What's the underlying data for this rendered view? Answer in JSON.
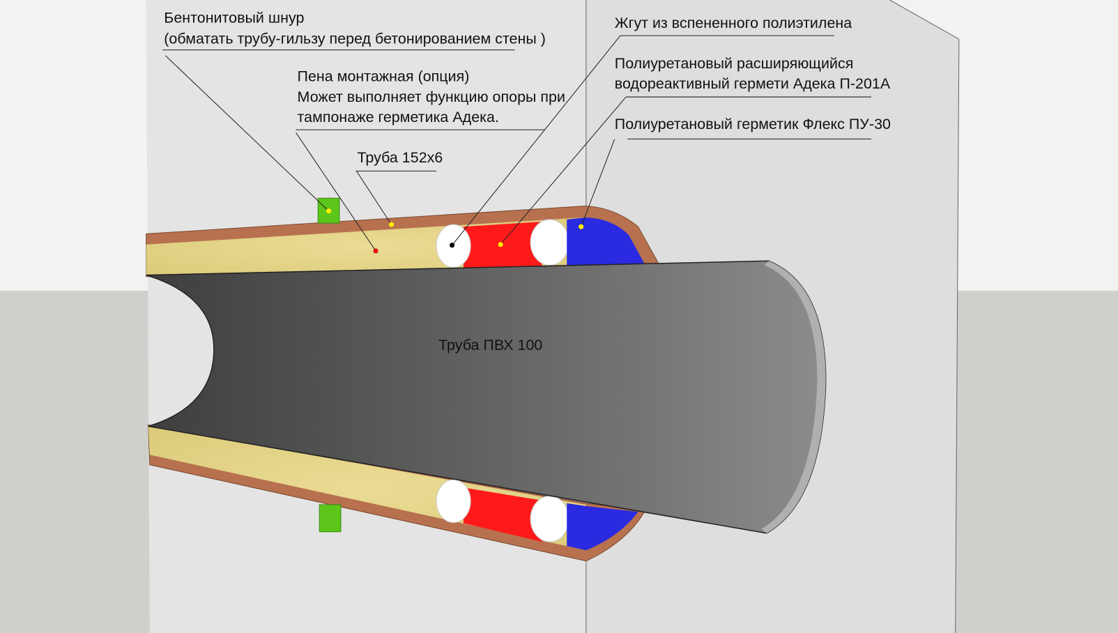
{
  "labels": {
    "bentonite": [
      "Бентонитовый шнур",
      "(обматать трубу-гильзу перед бетонированием стены )"
    ],
    "foam": [
      "Пена монтажная (опция)",
      "Может выполняет функцию опоры при",
      "тампонаже герметика Адека."
    ],
    "sleeve_pipe": "Труба 152х6",
    "pe_cord": "Жгут из вспененного полиэтилена",
    "adeka": [
      "Полиуретановый расширяющийся",
      "водореактивный гермети Адека П-201А"
    ],
    "flex": "Полиуретановый герметик Флекс ПУ-30",
    "pvc_pipe": "Труба ПВХ 100"
  },
  "colors": {
    "sleeve": "#b8714f",
    "foam": "#e4d58a",
    "sealant_adeka": "#ff1a1a",
    "sealant_flex": "#2a2ae0",
    "cord": "#ffffff",
    "bentonite": "#5cc61a",
    "pvc_pipe": "#6e6e6e"
  }
}
